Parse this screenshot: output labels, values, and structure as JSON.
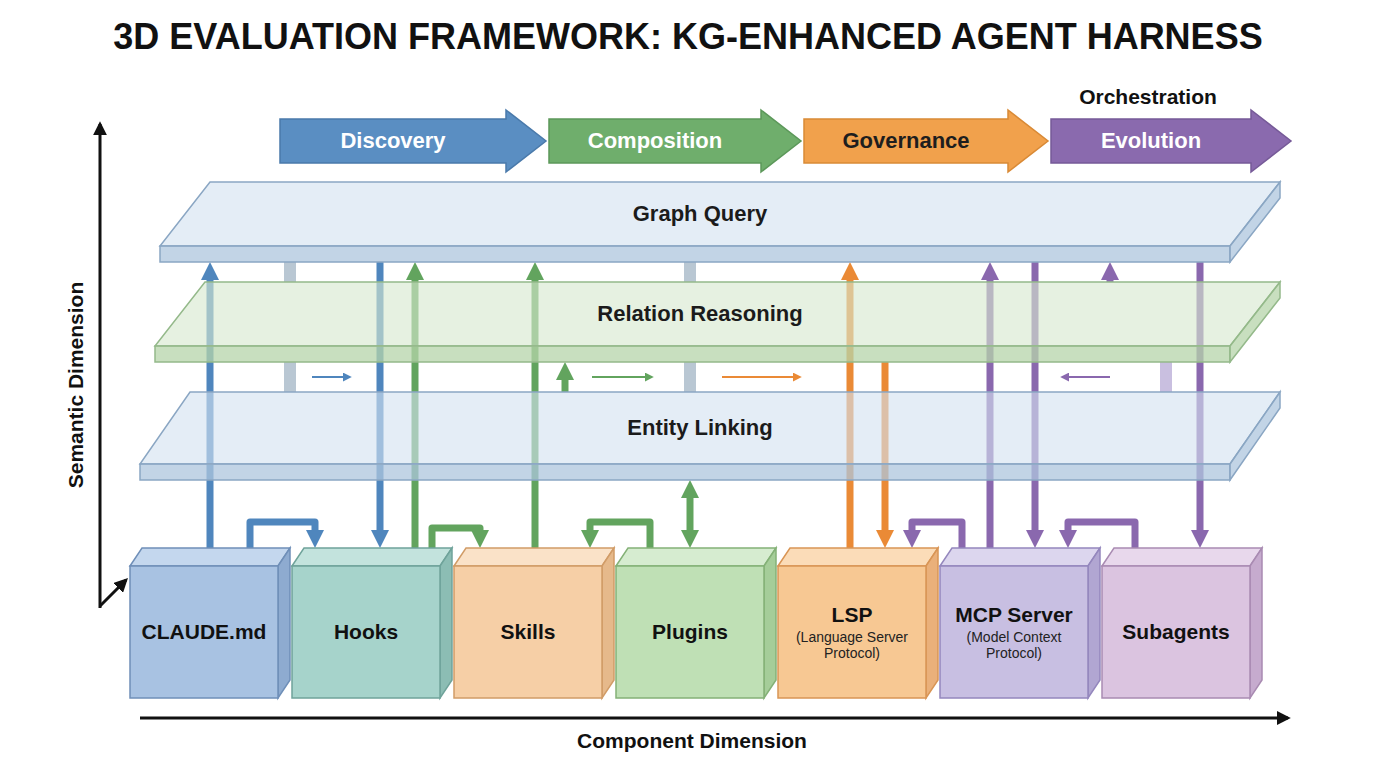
{
  "diagram": {
    "title": "3D EVALUATION FRAMEWORK: KG-ENHANCED AGENT HARNESS",
    "nodes": [
      {
        "text": [
          "Discovery"
        ]
      },
      {
        "text": [
          "Composition"
        ]
      },
      {
        "text": [
          "Governance"
        ]
      },
      {
        "text": [
          "Evolution"
        ]
      },
      {
        "text": [
          "Graph Query"
        ]
      },
      {
        "text": [
          "Relation Reasoning"
        ]
      },
      {
        "text": [
          "Entity Linking"
        ]
      },
      {
        "text": [
          "CLAUDE.md"
        ]
      },
      {
        "text": [
          "Hooks"
        ]
      },
      {
        "text": [
          "Skills"
        ]
      },
      {
        "text": [
          "Plugins"
        ]
      },
      {
        "text": [
          "LSP",
          "(Language Server Protocol)"
        ]
      },
      {
        "text": [
          "MCP Server",
          "(Model Context Protocol)"
        ]
      },
      {
        "text": [
          "Subagents"
        ]
      }
    ],
    "edges": [
      {
        "from": 7,
        "to": 4,
        "arrow": "to"
      },
      {
        "from": 4,
        "to": 8,
        "arrow": "to"
      },
      {
        "from": 7,
        "to": 8,
        "arrow": "to"
      },
      {
        "from": 8,
        "to": 4,
        "arrow": "to"
      },
      {
        "from": 8,
        "to": 9,
        "arrow": "to"
      },
      {
        "from": 9,
        "to": 4,
        "arrow": "to"
      },
      {
        "from": 10,
        "to": 9,
        "arrow": "to"
      },
      {
        "from": 10,
        "to": 6,
        "arrow": "both"
      },
      {
        "from": 11,
        "to": 4,
        "arrow": "to"
      },
      {
        "from": 5,
        "to": 11,
        "arrow": "to"
      },
      {
        "from": 12,
        "to": 11,
        "arrow": "to"
      },
      {
        "from": 12,
        "to": 4,
        "arrow": "to"
      },
      {
        "from": 4,
        "to": 12,
        "arrow": "to"
      },
      {
        "from": 13,
        "to": 12,
        "arrow": "to"
      },
      {
        "from": 4,
        "to": 13,
        "arrow": "to"
      },
      {
        "from": 6,
        "to": 5,
        "arrow": "to"
      },
      {
        "from": 5,
        "to": 4,
        "arrow": "to"
      }
    ],
    "labels": [
      "Orchestration",
      "Semantic Dimension",
      "Component Dimension"
    ]
  }
}
